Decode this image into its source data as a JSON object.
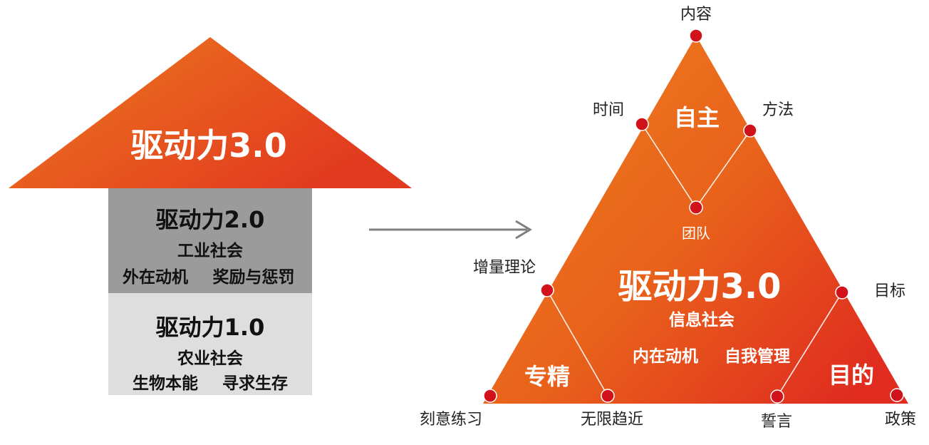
{
  "left": {
    "arrow_label": "驱动力3.0",
    "block2": {
      "title": "驱动力2.0",
      "society": "工业社会",
      "motivation": "外在动机",
      "means": "奖励与惩罚"
    },
    "block1": {
      "title": "驱动力1.0",
      "society": "农业社会",
      "motivation": "生物本能",
      "means": "寻求生存"
    }
  },
  "triangle": {
    "title": "驱动力3.0",
    "society": "信息社会",
    "motivation": "内在动机",
    "means": "自我管理",
    "autonomy": {
      "label": "自主",
      "points": {
        "top": "内容",
        "left": "时间",
        "right": "方法",
        "bottom": "团队"
      }
    },
    "mastery": {
      "label": "专精",
      "points": {
        "top": "增量理论",
        "left": "刻意练习",
        "right": "无限趋近"
      }
    },
    "purpose": {
      "label": "目的",
      "points": {
        "top": "目标",
        "left": "誓言",
        "right": "政策"
      }
    }
  },
  "colors": {
    "orange": "#e9621b",
    "red": "#e23a1f",
    "dark_gray": "#9b9b9b",
    "light_gray": "#dedede",
    "dot": "#d1121a",
    "arrow": "#7f7f7f"
  }
}
